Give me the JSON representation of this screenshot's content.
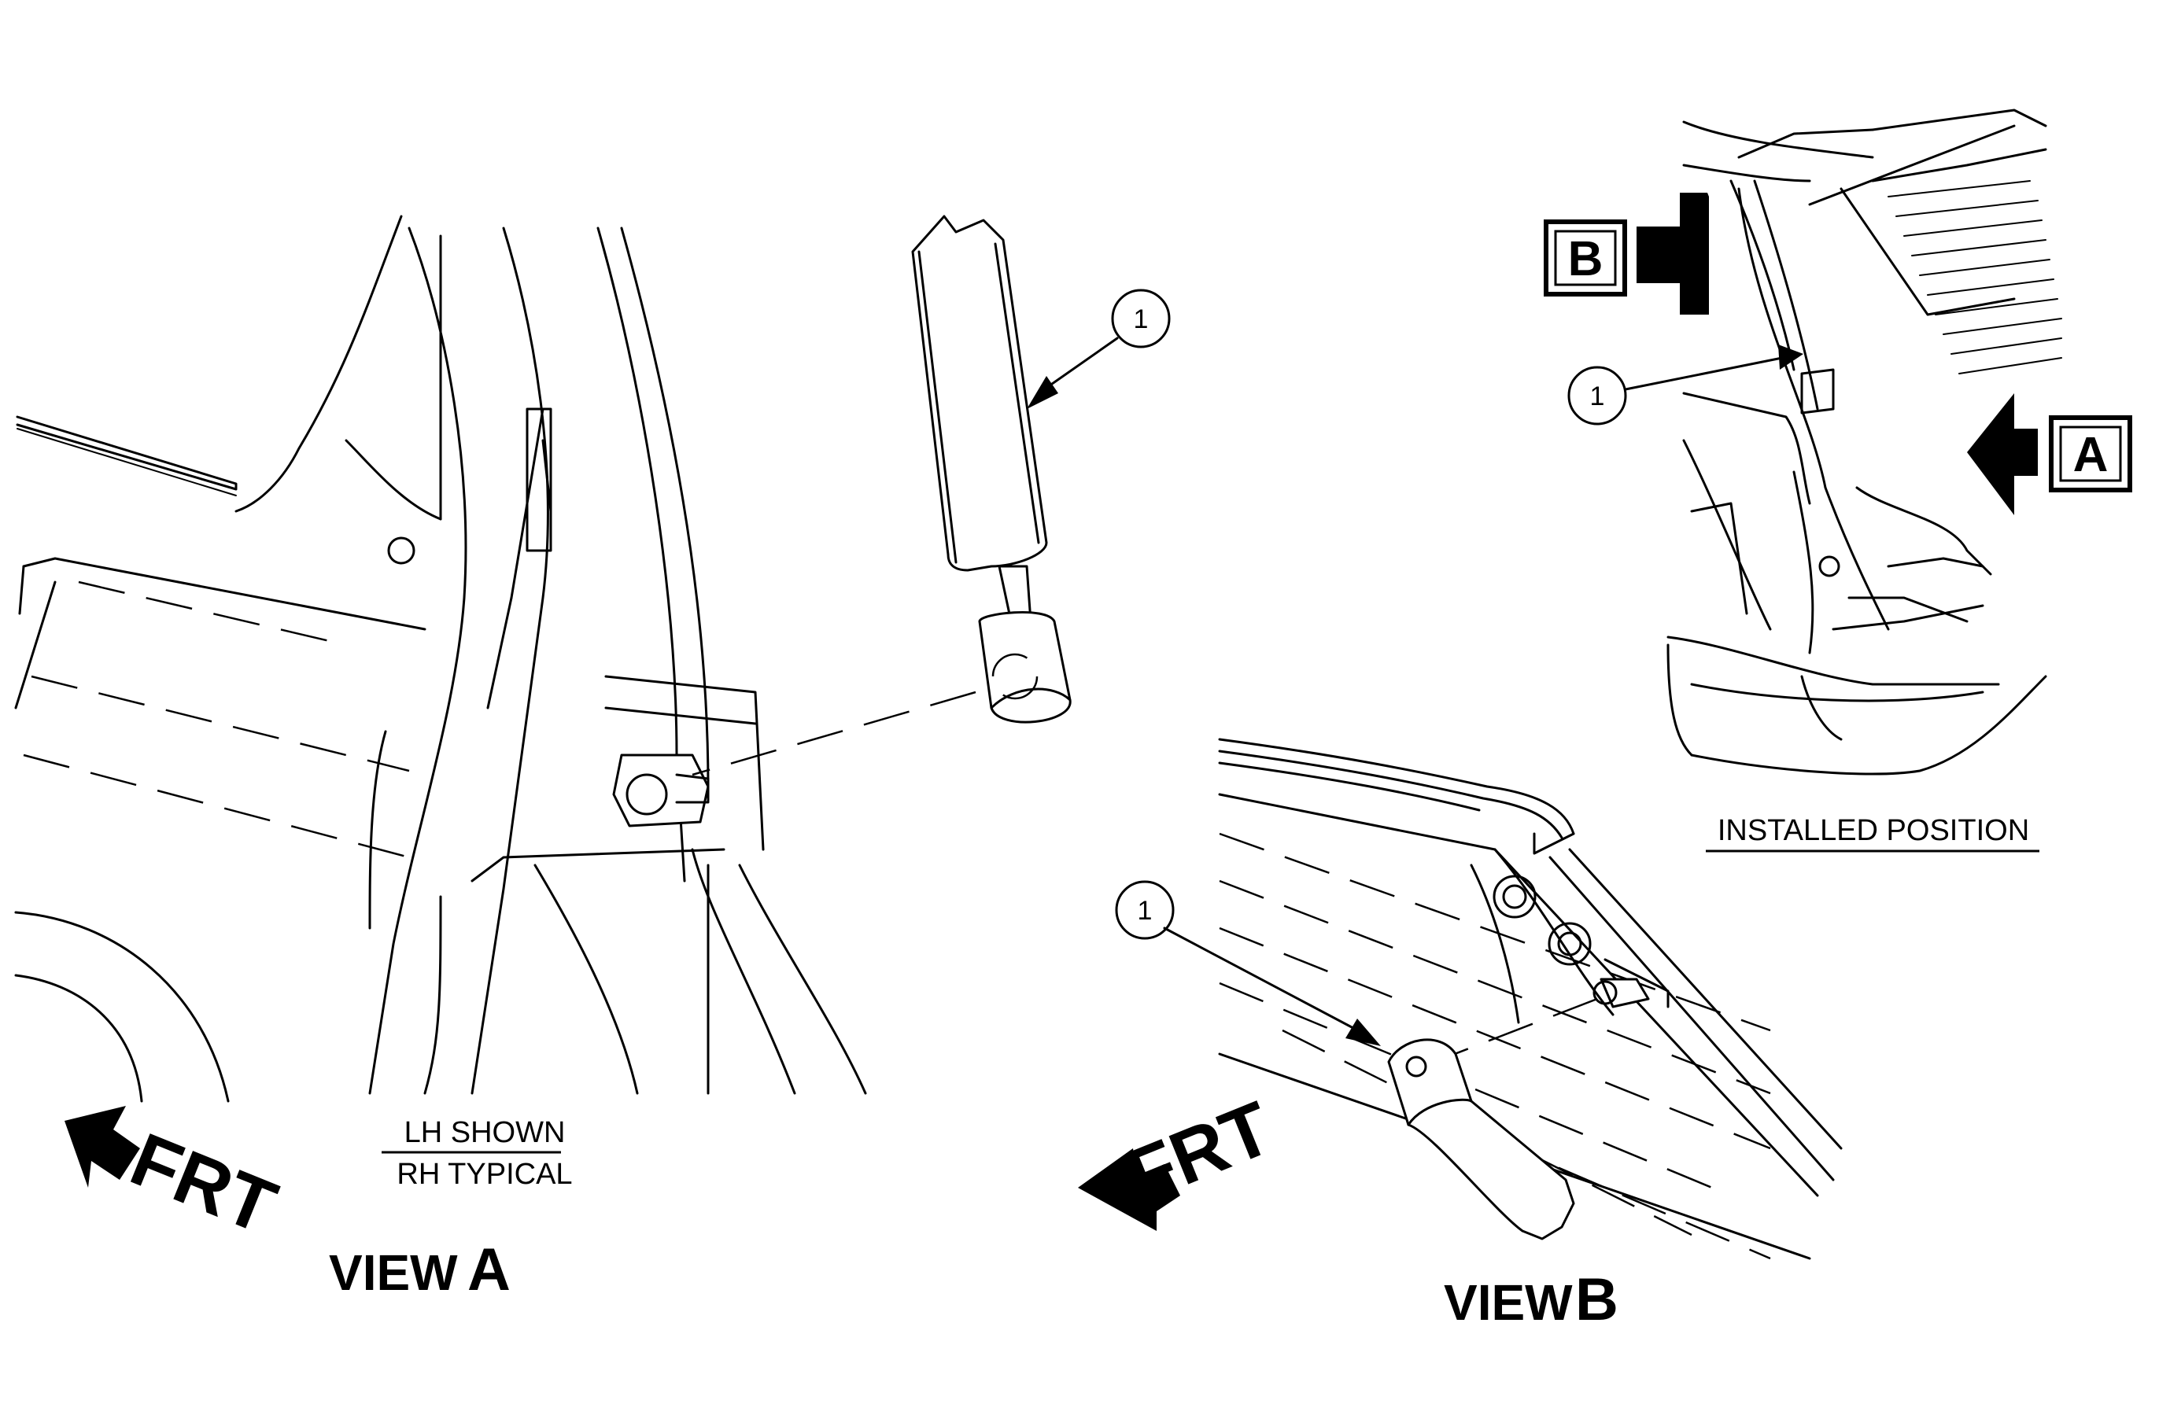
{
  "callout_number": "1",
  "view_a": {
    "title_word": "VIEW",
    "title_letter": "A",
    "note_top": "LH SHOWN",
    "note_bottom": "RH TYPICAL",
    "front_label": "FRT"
  },
  "view_b": {
    "title_word": "VIEW",
    "title_letter": "B",
    "front_label": "FRT"
  },
  "installed": {
    "caption": "INSTALLED POSITION",
    "marker_a": "A",
    "marker_b": "B"
  }
}
